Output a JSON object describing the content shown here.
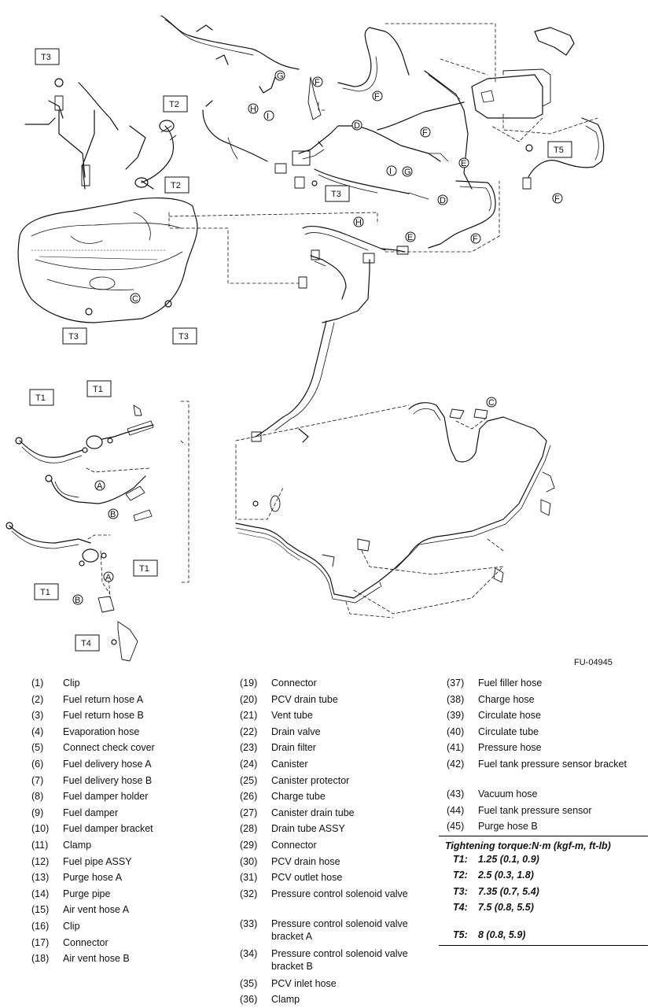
{
  "figure_code": "FU-04945",
  "callouts": {
    "T1": "T1",
    "T2": "T2",
    "T3": "T3",
    "T4": "T4",
    "T5": "T5",
    "A": "A",
    "B": "B",
    "C": "C",
    "D": "D",
    "E": "E",
    "F": "F",
    "G": "G",
    "H": "H",
    "I": "I"
  },
  "legend": {
    "col1": [
      {
        "num": "(1)",
        "name": "Clip"
      },
      {
        "num": "(2)",
        "name": "Fuel return hose A"
      },
      {
        "num": "(3)",
        "name": "Fuel return hose B"
      },
      {
        "num": "(4)",
        "name": "Evaporation hose"
      },
      {
        "num": "(5)",
        "name": "Connect check cover"
      },
      {
        "num": "(6)",
        "name": "Fuel delivery hose A"
      },
      {
        "num": "(7)",
        "name": "Fuel delivery hose B"
      },
      {
        "num": "(8)",
        "name": "Fuel damper holder"
      },
      {
        "num": "(9)",
        "name": "Fuel damper"
      },
      {
        "num": "(10)",
        "name": "Fuel damper bracket"
      },
      {
        "num": "(11)",
        "name": "Clamp"
      },
      {
        "num": "(12)",
        "name": "Fuel pipe ASSY"
      },
      {
        "num": "(13)",
        "name": "Purge hose A"
      },
      {
        "num": "(14)",
        "name": "Purge pipe"
      },
      {
        "num": "(15)",
        "name": "Air vent hose A"
      },
      {
        "num": "(16)",
        "name": "Clip"
      },
      {
        "num": "(17)",
        "name": "Connector"
      },
      {
        "num": "(18)",
        "name": "Air vent hose B"
      }
    ],
    "col2": [
      {
        "num": "(19)",
        "name": "Connector"
      },
      {
        "num": "(20)",
        "name": "PCV drain tube"
      },
      {
        "num": "(21)",
        "name": "Vent tube"
      },
      {
        "num": "(22)",
        "name": "Drain valve"
      },
      {
        "num": "(23)",
        "name": "Drain filter"
      },
      {
        "num": "(24)",
        "name": "Canister"
      },
      {
        "num": "(25)",
        "name": "Canister protector"
      },
      {
        "num": "(26)",
        "name": "Charge tube"
      },
      {
        "num": "(27)",
        "name": "Canister drain tube"
      },
      {
        "num": "(28)",
        "name": "Drain tube ASSY"
      },
      {
        "num": "(29)",
        "name": "Connector"
      },
      {
        "num": "(30)",
        "name": "PCV drain hose"
      },
      {
        "num": "(31)",
        "name": "PCV outlet hose"
      },
      {
        "num": "(32)",
        "name": "Pressure control solenoid valve"
      },
      {
        "num": "(33)",
        "name": "Pressure control solenoid valve bracket A"
      },
      {
        "num": "(34)",
        "name": "Pressure control solenoid valve bracket B"
      },
      {
        "num": "(35)",
        "name": "PCV inlet hose"
      },
      {
        "num": "(36)",
        "name": "Clamp"
      }
    ],
    "col3": [
      {
        "num": "(37)",
        "name": "Fuel filler hose"
      },
      {
        "num": "(38)",
        "name": "Charge hose"
      },
      {
        "num": "(39)",
        "name": "Circulate hose"
      },
      {
        "num": "(40)",
        "name": "Circulate tube"
      },
      {
        "num": "(41)",
        "name": "Pressure hose"
      },
      {
        "num": "(42)",
        "name": "Fuel tank pressure sensor bracket"
      },
      {
        "num": "(43)",
        "name": "Vacuum hose"
      },
      {
        "num": "(44)",
        "name": "Fuel tank pressure sensor"
      },
      {
        "num": "(45)",
        "name": "Purge hose B"
      }
    ]
  },
  "torque": {
    "title": "Tightening torque:N·m (kgf-m, ft-lb)",
    "rows": [
      {
        "code": "T1:",
        "value": "1.25 (0.1, 0.9)"
      },
      {
        "code": "T2:",
        "value": "2.5 (0.3, 1.8)"
      },
      {
        "code": "T3:",
        "value": "7.35 (0.7, 5.4)"
      },
      {
        "code": "T4:",
        "value": "7.5 (0.8, 5.5)"
      },
      {
        "code": "T5:",
        "value": "8 (0.8, 5.9)"
      }
    ]
  }
}
